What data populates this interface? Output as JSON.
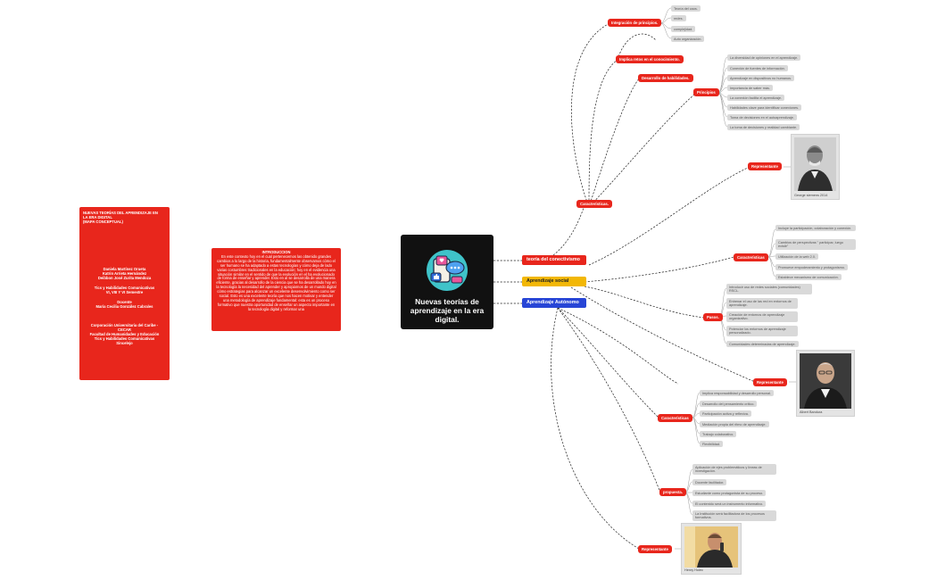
{
  "title_card": {
    "blocks": [
      "NUEVAS TEORÍAS DEL APRENDIZAJE EN\nLA ERA DIGITAL\n(MAPA CONCEPTUAL)",
      "Daniela Martínez Orueta\nKatrin Arrieta Hernández\nDeibbon José Zurita Mendoza",
      "Tics y Habilidades Comunicativas\nVI, VIII Y VI Semestre",
      "Docente\nMaría Cecilia González Cabrales",
      "Corporación Universitaria del Caribe -\nCECAR\nFacultad de Humanidades y Educación\nTics y Habilidades Comunicativas\nSincelejo"
    ]
  },
  "intro": {
    "heading": "INTRODUCCION",
    "text": "En este contexto hoy en el cual pertenecemos las obtenido grandes cambios a lo largo de la historia, fundamentalmente observamos cómo el ser humano se ha adaptado a estas tecnologías y cómo deja de lado varias costumbres tradicionales en la educación; hoy en el evidencia una situación similar en el sentido de que la evolución en el ha evolucionado de forma de enseñar y aprender. Esto en al se desarrolla de una manera eficiente, gracias al desarrollo de la ciencia que se ha desarrollado hoy en la tecnología la necesidad del aprender y apropiarnos de un mundo digital cómo estrategias para alcanzar un excelente desenvolvimiento como ser social. Esto es una excelente teoría que nos hacen motivar y entender una metodología de aprendizaje fundamental: esta es un proceso formativo que nuestra oportunidad de enseñar un aspecto importante en la tecnología digital y reformar una"
  },
  "central": {
    "label": "Nuevas teorías de aprendizaje en la era digital."
  },
  "branches": {
    "conectivismo": "teoría del conectivismo",
    "social": "Aprendizaje social",
    "autonomo": "Aprendizaje Autónomo"
  },
  "conectivismo": {
    "caracteristicas": "Características.",
    "integracion": "Integración de principios.",
    "integracion_items": [
      "Teoría del caos.",
      "redes.",
      "complejidad.",
      "Auto organización."
    ],
    "implica": "Implica retos en el conocimiento.",
    "habilidades": "Desarrollo de habilidades.",
    "principios": "Principios",
    "principios_items": [
      "La diversidad de opiniones en el aprendizaje.",
      "Conexión de fuentes de información.",
      "Aprendizaje en dispositivos no humanos.",
      "Importancia de saber más.",
      "La conexión facilita el aprendizaje.",
      "Habilidades clave para identificar conexiones.",
      "Toma de decisiones en el autoaprendizaje.",
      "La toma de decisiones y realidad cambiante."
    ],
    "representante": "Representante",
    "photo_caption": "George siemens 2014"
  },
  "social": {
    "caracteristicas": "Características",
    "caracteristicas_items": [
      "Incluye la participación, colaboración y conexión.",
      "Cambios de perspectivas \" participar, luego existir\"",
      "Utilización de la web 2.0.",
      "Promueve empoderamiento y protagonismo.",
      "Establece mecanismo de comunicación."
    ],
    "pasos": "Pasos.",
    "pasos_items": [
      "Introducir uso de redes sociales (comunidades) RSCL.",
      "Entrenar el uso de las red en entornos de aprendizaje.",
      "Creación de entornos de aprendizaje organizativo.",
      "Potenciar los entornos de aprendizaje personalizado.",
      "Comunidades determinadas de aprendizaje."
    ],
    "representante": "Representante",
    "photo_caption": "Albert Bandura"
  },
  "autonomo": {
    "caracteristicas": "Características",
    "caracteristicas_items": [
      "Implica responsabilidad y desarrollo personal.",
      "Desarrollo del pensamiento crítico.",
      "Participación activa y reflexiva.",
      "Mediación propia del ritmo de aprendizaje.",
      "Trabajo colaborativo.",
      "Flexibilidad."
    ],
    "propuesta": "propuesta.",
    "propuesta_items": [
      "Aplicación de ejes problemáticos y líneas de investigación.",
      "Docente facilitador.",
      "Estudiante como protagonista de su proceso.",
      "El contenido será un instrumento informativo.",
      "La Institución será facilitadora de los procesos formativos."
    ],
    "representante": "Representante",
    "photo_caption": "Henry Holec"
  },
  "colors": {
    "node": "#e8261c",
    "social": "#f2b705",
    "autonomo": "#2745d6",
    "leaf": "#d9d9d9",
    "center": "#111111"
  }
}
